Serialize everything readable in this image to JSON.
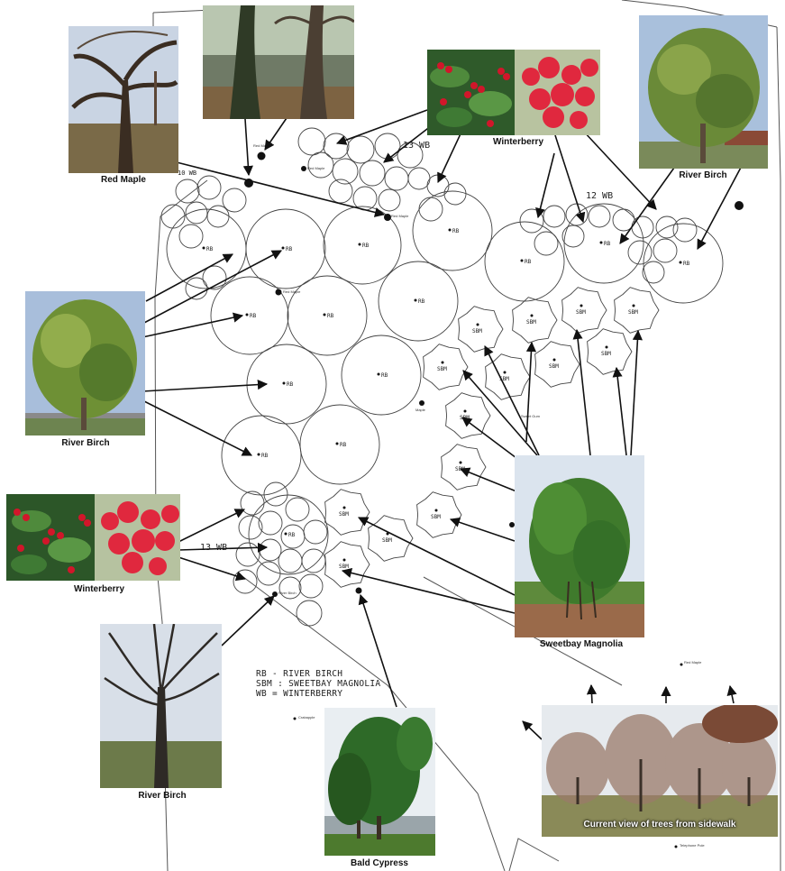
{
  "photos": {
    "red_maple": "Red Maple",
    "winterberry_top": "Winterberry",
    "river_birch_top": "River Birch",
    "river_birch_left": "River Birch",
    "winterberry_left": "Winterberry",
    "river_birch_bottom": "River Birch",
    "bald_cypress": "Bald Cypress",
    "sweetbay_magnolia": "Sweetbay Magnolia",
    "current_view": "Current view of trees from sidewalk"
  },
  "plan": {
    "group_label_top": "13 WB",
    "group_label_right": "12 WB",
    "group_label_left": "13 WB",
    "group_label_corner": "10 WB",
    "rb_code": "RB",
    "sbm_code": "SBM",
    "existing": {
      "red_maple_a": "Red Maple",
      "red_maple_b": "Red Maple",
      "red_maple_c": "Red Maple",
      "maple": "Maple",
      "river_birch": "River Birch",
      "sweetgum": "Sweet Gum",
      "red_maple_d": "Red Maple",
      "telephone_pole": "Telephone Pole",
      "crabapple": "Crabapple"
    }
  },
  "legend": {
    "rb": "RB - RIVER BIRCH",
    "sbm": "SBM : SWEETBAY MAGNOLIA",
    "wb": "WB = WINTERBERRY"
  }
}
